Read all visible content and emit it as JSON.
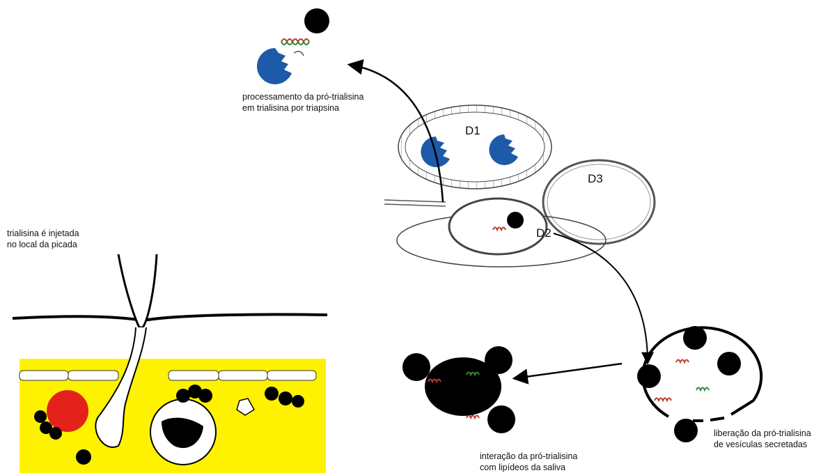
{
  "labels": {
    "processing": [
      "processamento da pró-trialisina",
      "em trialisina por triapsina"
    ],
    "injected": [
      "trialisina é injetada",
      "no local da picada"
    ],
    "release": [
      "liberação da pró-trialisina",
      "de vesículas secretadas"
    ],
    "interaction": [
      "interação da pró-trialisina",
      "com lipídeos da saliva"
    ]
  },
  "glands": {
    "d1": "D1",
    "d2": "D2",
    "d3": "D3"
  },
  "icons": {
    "enzyme": "triapsin-enzyme-icon",
    "peptide": "helix-peptide-icon",
    "vesicle": "black-vesicle-icon",
    "cell": "red-blood-cell-icon"
  },
  "colors": {
    "enzyme": "#1d5aa8",
    "tissue": "#fff200",
    "erythrocyte": "#e3231b",
    "outline": "#000000"
  }
}
